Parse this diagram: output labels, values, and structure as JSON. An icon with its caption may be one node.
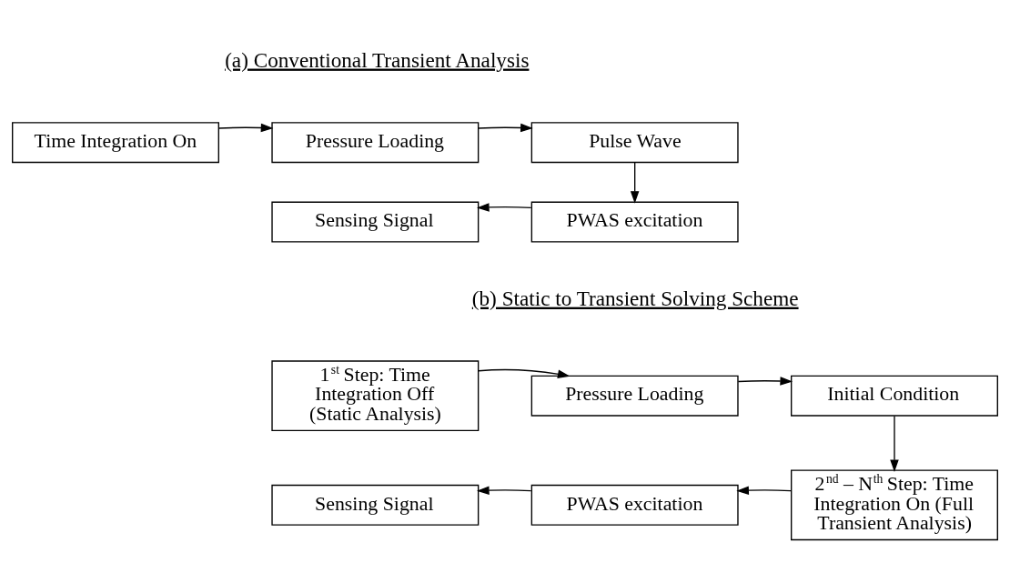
{
  "diagram": {
    "nodes": [
      {
        "text": [
          "Time Integration On"
        ]
      },
      {
        "text": [
          "Pressure Loading"
        ]
      },
      {
        "text": [
          "Pulse Wave"
        ]
      },
      {
        "text": [
          "Sensing Signal"
        ]
      },
      {
        "text": [
          "PWAS excitation"
        ]
      },
      {
        "text": [
          "1$^{st}$ Step: Time Integration Off (Static Analysis)"
        ]
      },
      {
        "text": [
          "Pressure Loading"
        ]
      },
      {
        "text": [
          "Initial Condition"
        ]
      },
      {
        "text": [
          "2$^{nd}$ – N$^{th}$ Step: Time Integration On (Full Transient Analysis)"
        ]
      },
      {
        "text": [
          "Sensing Signal"
        ]
      },
      {
        "text": [
          "PWAS excitation"
        ]
      }
    ],
    "edges": [
      {
        "from": 0,
        "to": 1,
        "arrow": "to"
      },
      {
        "from": 1,
        "to": 2,
        "arrow": "to"
      },
      {
        "from": 2,
        "to": 4,
        "arrow": "to"
      },
      {
        "from": 4,
        "to": 3,
        "arrow": "to"
      },
      {
        "from": 5,
        "to": 6,
        "arrow": "to"
      },
      {
        "from": 6,
        "to": 7,
        "arrow": "to"
      },
      {
        "from": 7,
        "to": 8,
        "arrow": "to"
      },
      {
        "from": 8,
        "to": 10,
        "arrow": "to"
      },
      {
        "from": 10,
        "to": 9,
        "arrow": "to"
      }
    ],
    "labels": [
      "(a) Conventional Transient Analysis",
      "(b) Static to Transient Solving Scheme"
    ]
  }
}
